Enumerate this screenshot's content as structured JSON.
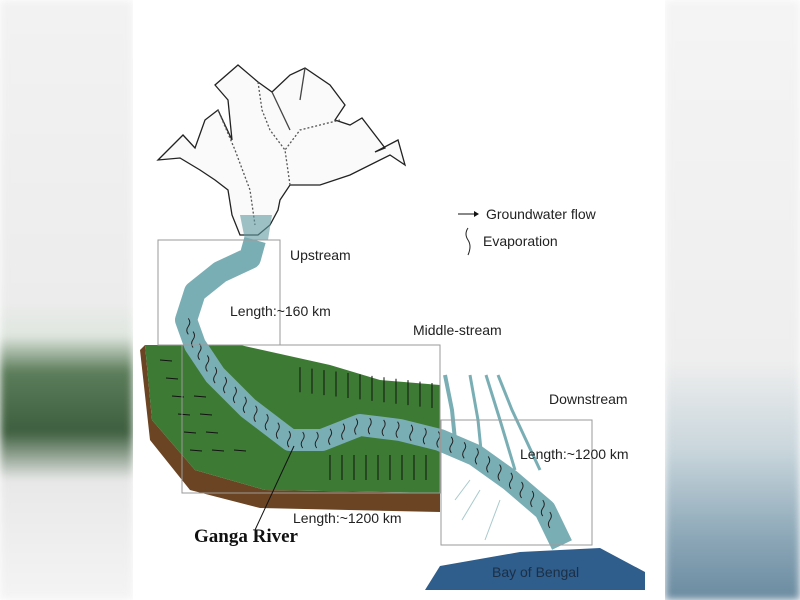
{
  "labels": {
    "upstream": "Upstream",
    "upstream_length": "Length:~160 km",
    "middle_stream": "Middle-stream",
    "middle_length": "Length:~1200 km",
    "downstream": "Downstream",
    "downstream_length": "Length:~1200 km",
    "river_name": "Ganga River",
    "bay": "Bay of Bengal"
  },
  "legend": [
    {
      "icon": "arrow-icon",
      "label": "Groundwater flow"
    },
    {
      "icon": "wavy-line-icon",
      "label": "Evaporation"
    }
  ],
  "colors": {
    "river": "#7aaeb5",
    "plain": "#3d7a34",
    "soil": "#6b4423",
    "bay": "#2f5d8c",
    "box": "#9a9a9a"
  }
}
